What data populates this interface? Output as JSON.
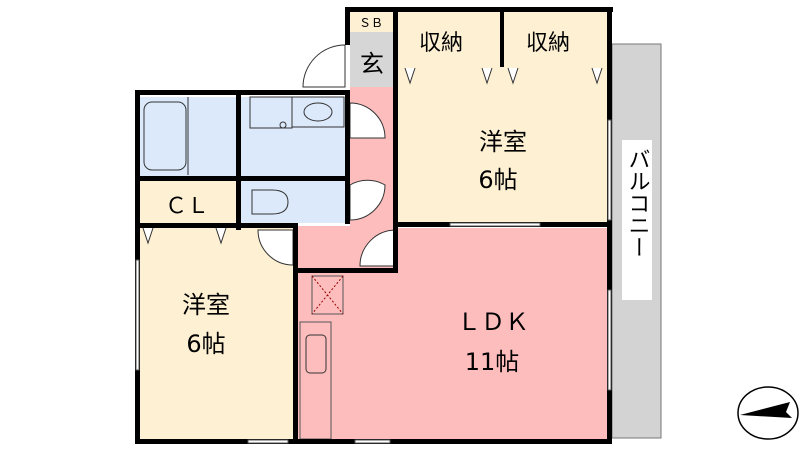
{
  "rooms": {
    "sb": "ＳＢ",
    "entrance": "玄",
    "storage_1": "収納",
    "storage_2": "収納",
    "western_room_1": {
      "name": "洋室",
      "size": "6帖"
    },
    "western_room_2": {
      "name": "洋室",
      "size": "6帖"
    },
    "closet": "ＣＬ",
    "ldk": {
      "name": "ＬＤＫ",
      "size": "11帖"
    },
    "balcony": "バルコニー"
  },
  "colors": {
    "western": "#fdf0d3",
    "wet_area": "#dbe9fb",
    "ldk": "#fdbdbd",
    "entrance": "#d6d6d6",
    "balcony": "#d3d3d3"
  }
}
